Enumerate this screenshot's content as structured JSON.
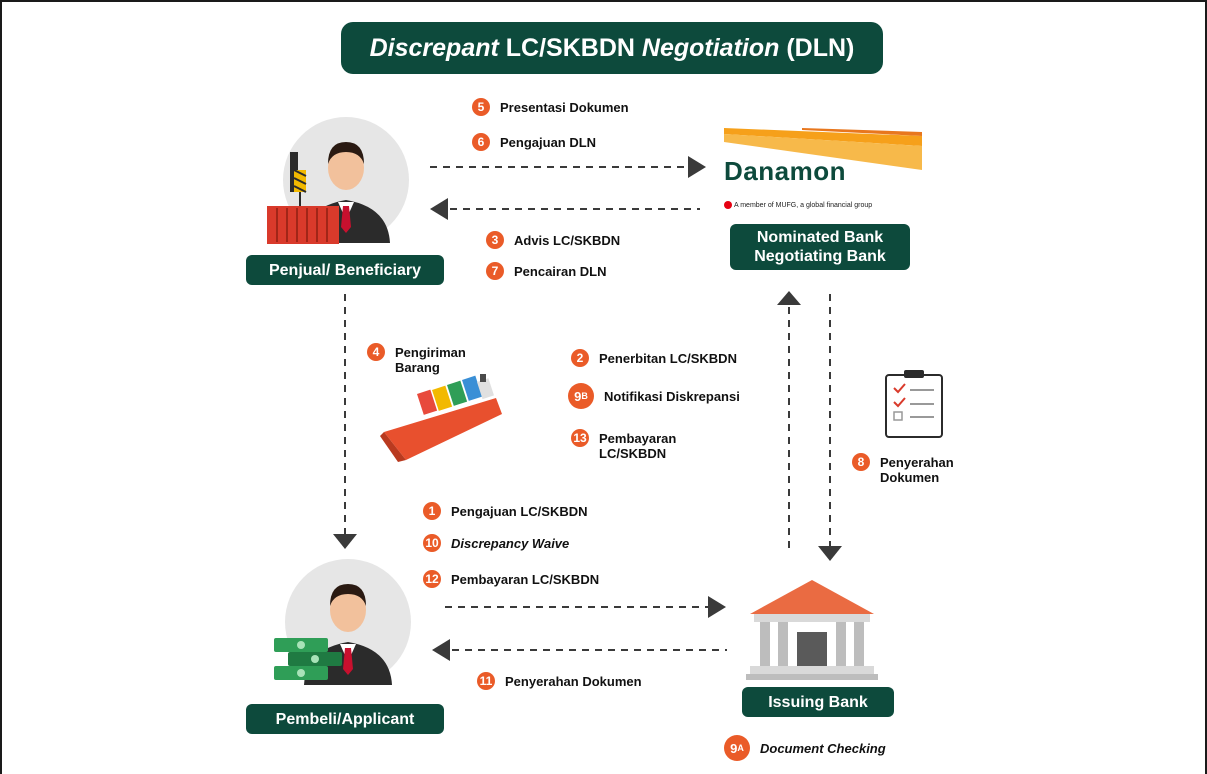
{
  "title": {
    "italic_1": "Discrepant",
    "plain_1": " LC/SKBDN ",
    "italic_2": "Negotiation",
    "plain_2": " (DLN)"
  },
  "actors": {
    "seller": "Penjual/ Beneficiary",
    "buyer": "Pembeli/Applicant",
    "nominated_line1": "Nominated Bank",
    "nominated_line2": "Negotiating Bank",
    "issuing": "Issuing Bank"
  },
  "brand": {
    "name": "Danamon",
    "tag": "A member of  MUFG, a global financial group"
  },
  "steps": {
    "s5": {
      "badge": "5",
      "text": "Presentasi Dokumen"
    },
    "s6": {
      "badge": "6",
      "text": "Pengajuan DLN"
    },
    "s3": {
      "badge": "3",
      "text": "Advis LC/SKBDN"
    },
    "s7": {
      "badge": "7",
      "text": "Pencairan DLN"
    },
    "s4": {
      "badge": "4",
      "text": "Pengiriman\nBarang"
    },
    "s2": {
      "badge": "2",
      "text": "Penerbitan LC/SKBDN"
    },
    "s9b": {
      "badge": "9",
      "sup": "B",
      "text": "Notifikasi Diskrepansi"
    },
    "s13": {
      "badge": "13",
      "text": "Pembayaran\nLC/SKBDN"
    },
    "s8": {
      "badge": "8",
      "text": "Penyerahan\nDokumen"
    },
    "s1": {
      "badge": "1",
      "text": "Pengajuan LC/SKBDN"
    },
    "s10": {
      "badge": "10",
      "text": "Discrepancy  Waive"
    },
    "s12": {
      "badge": "12",
      "text": "Pembayaran LC/SKBDN"
    },
    "s11": {
      "badge": "11",
      "text": "Penyerahan Dokumen"
    },
    "s9a": {
      "badge": "9",
      "sup": "A",
      "text": "Document Checking"
    }
  },
  "colors": {
    "accent_green": "#0d4a3c",
    "badge_orange": "#ea5b28",
    "arrow_gray": "#3a3a3a"
  }
}
